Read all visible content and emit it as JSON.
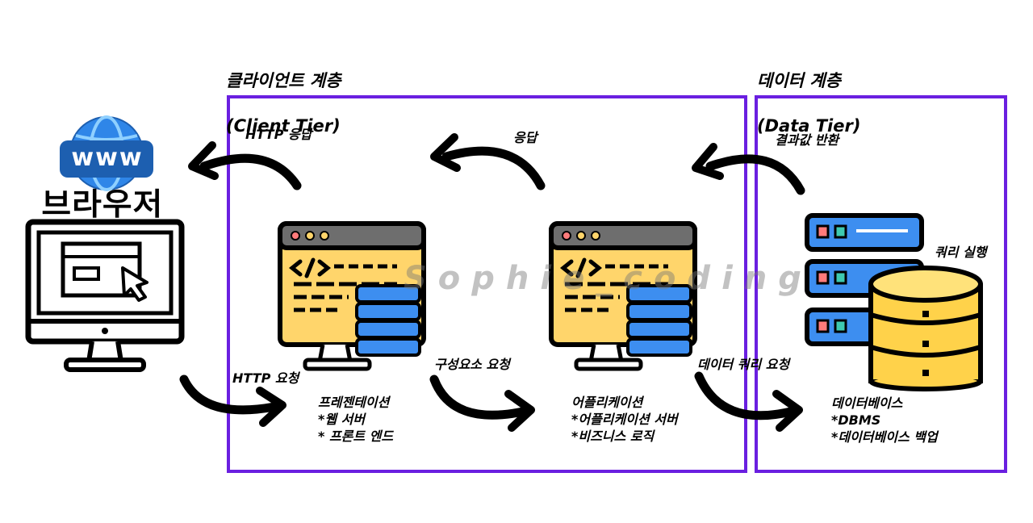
{
  "tiers": {
    "client": {
      "title_ko": "클라이언트 계층",
      "title_en": "(Client Tier)"
    },
    "data": {
      "title_ko": "데이터 계층",
      "title_en": "(Data Tier)"
    }
  },
  "browser": {
    "label": "브라우저",
    "badge": "www"
  },
  "arrows": {
    "http_response": "HTTP 응답",
    "response": "응답",
    "return_result": "결과값 반환",
    "http_request": "HTTP 요청",
    "component_request": "구성요소 요청",
    "db_query_request": "데이터 쿼리 요청",
    "query_exec": "쿼리 실행"
  },
  "nodes": {
    "presentation": {
      "title": "프레젠테이션",
      "lines": [
        "*웹 서버",
        "* 프론트 엔드"
      ]
    },
    "application": {
      "title": "어플리케이션",
      "lines": [
        "*어플리케이션 서버",
        "*비즈니스 로직"
      ]
    },
    "database": {
      "title": "데이터베이스",
      "lines": [
        "*DBMS",
        "*데이터베이스 백업"
      ]
    }
  },
  "watermark": "Sophie_coding",
  "colors": {
    "tier_border": "#6a1fe0",
    "screen_yellow": "#ffd56b",
    "server_blue": "#3d8ef0",
    "db_yellow": "#ffd24a",
    "globe_blue": "#2f86e8"
  }
}
